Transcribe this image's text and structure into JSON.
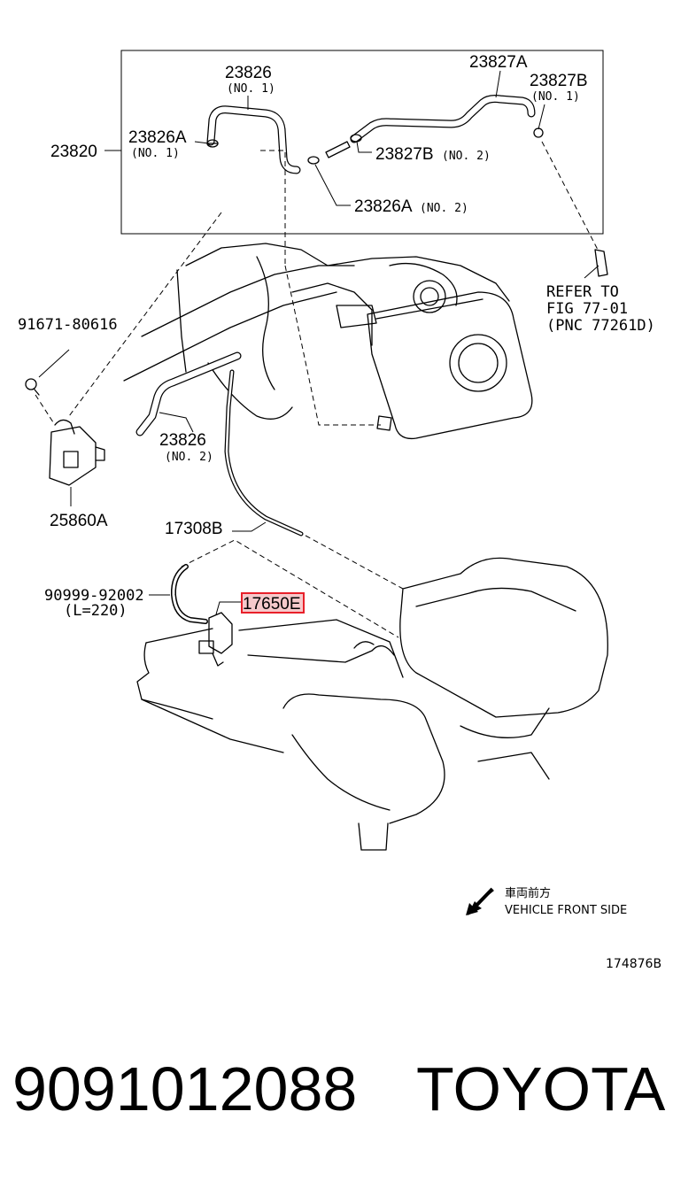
{
  "labels": {
    "assembly": "23820",
    "hose_23826_top": "23826",
    "hose_23826_top_sub": "(NO. 1)",
    "clamp_23826a_no1": "23826A",
    "clamp_23826a_no1_sub": "(NO. 1)",
    "hose_23827a": "23827A",
    "clamp_23827b_no1": "23827B",
    "clamp_23827b_no1_sub": "(NO. 1)",
    "clamp_23827b_no2": "23827B",
    "clamp_23827b_no2_sub": "(NO. 2)",
    "clamp_23826a_no2": "23826A",
    "clamp_23826a_no2_sub": "(NO. 2)",
    "bolt": "91671-80616",
    "refer_line1": "REFER TO",
    "refer_line2": "FIG 77-01",
    "refer_line3": "(PNC 77261D)",
    "hose_23826_no2": "23826",
    "hose_23826_no2_sub": "(NO. 2)",
    "valve_25860a": "25860A",
    "hose_17308b": "17308B",
    "hose_90999": "90999-92002",
    "hose_90999_sub": "(L=220)",
    "vsv_17650e": "17650E",
    "front_jp": "車両前方",
    "front_en": "VEHICLE FRONT SIDE",
    "figure_no": "174876B"
  },
  "footer": {
    "part_number": "9091012088",
    "brand": "TOYOTA"
  },
  "colors": {
    "highlight": "#e8202a",
    "highlight_fill": "#f6c9cb"
  }
}
